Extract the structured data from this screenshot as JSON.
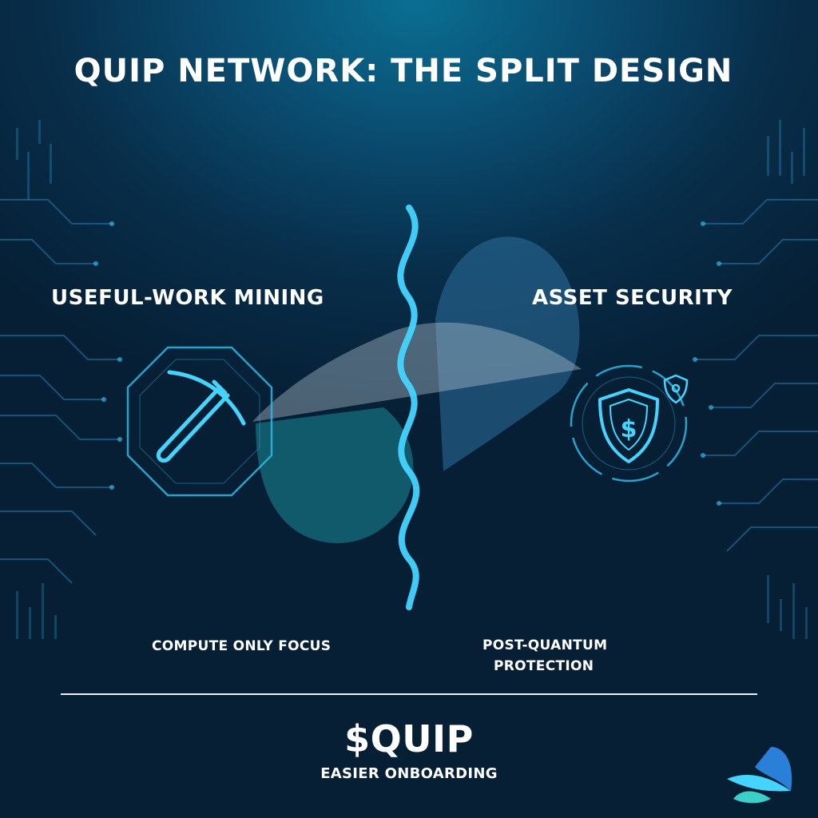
{
  "header": {
    "title": "QUIP NETWORK: THE SPLIT DESIGN"
  },
  "left_panel": {
    "title": "USEFUL-WORK MINING",
    "icon": "pickaxe-icon",
    "caption": "COMPUTE ONLY FOCUS"
  },
  "right_panel": {
    "title": "ASSET SECURITY",
    "icon": "shield-dollar-icon",
    "caption_line1": "POST-QUANTUM",
    "caption_line2": "PROTECTION"
  },
  "footer": {
    "ticker": "$QUIP",
    "tagline": "EASIER ONBOARDING",
    "logo": "quip-logo-icon"
  },
  "colors": {
    "accent": "#2fb8e6",
    "glow": "#45d4ff",
    "background": "#082e4a"
  }
}
